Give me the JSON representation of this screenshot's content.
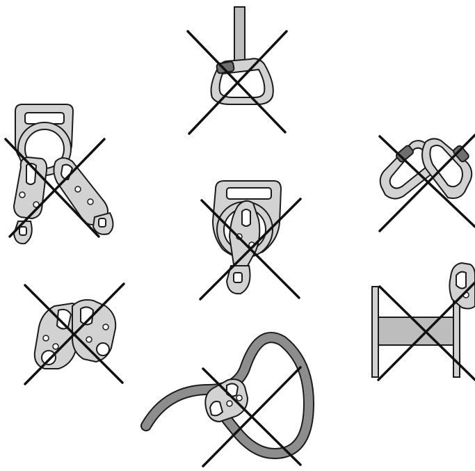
{
  "colors": {
    "background": "#ffffff",
    "metal_light": "#d2d2d2",
    "metal_mid": "#bdbdbd",
    "metal_dark": "#6e6e6e",
    "rope": "#8d8d8d",
    "outline": "#1a1a1a",
    "cross": "#111111"
  },
  "panels": [
    {
      "id": "carabiner-on-bar",
      "status": "incorrect",
      "mark": "x-cross-icon"
    },
    {
      "id": "two-snaphooks-on-d-ring",
      "status": "incorrect",
      "mark": "x-cross-icon"
    },
    {
      "id": "linked-carabiners",
      "status": "incorrect",
      "mark": "x-cross-icon"
    },
    {
      "id": "snaphook-in-d-ring",
      "status": "incorrect",
      "mark": "x-cross-icon"
    },
    {
      "id": "snaphooks-hooked-together",
      "status": "incorrect",
      "mark": "x-cross-icon"
    },
    {
      "id": "snaphook-on-i-beam",
      "status": "incorrect",
      "mark": "x-cross-icon"
    },
    {
      "id": "snaphook-on-webbing",
      "status": "incorrect",
      "mark": "x-cross-icon"
    }
  ]
}
